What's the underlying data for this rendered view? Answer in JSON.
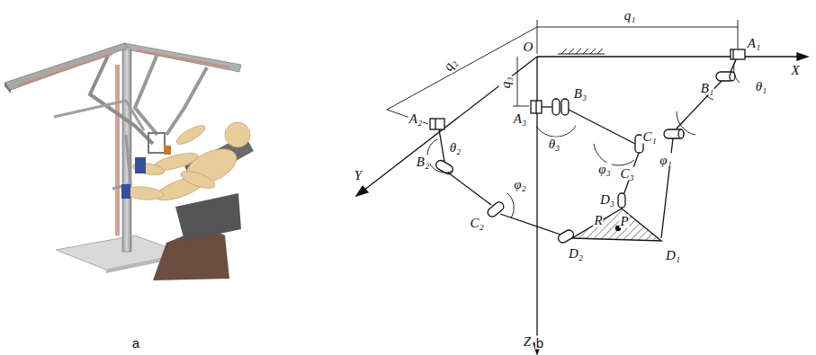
{
  "diagram": {
    "labels": [
      "a",
      "b",
      "O",
      "X",
      "Y",
      "Z",
      "q₁",
      "q₂",
      "q₃",
      "A₁",
      "B₁",
      "C₁",
      "D₁",
      "θ₁",
      "φ₁",
      "A₂",
      "B₂",
      "C₂",
      "D₂",
      "θ₂",
      "φ₂",
      "A₃",
      "B₃",
      "C₃",
      "D₃",
      "θ₃",
      "φ₃",
      "R",
      "P"
    ]
  }
}
